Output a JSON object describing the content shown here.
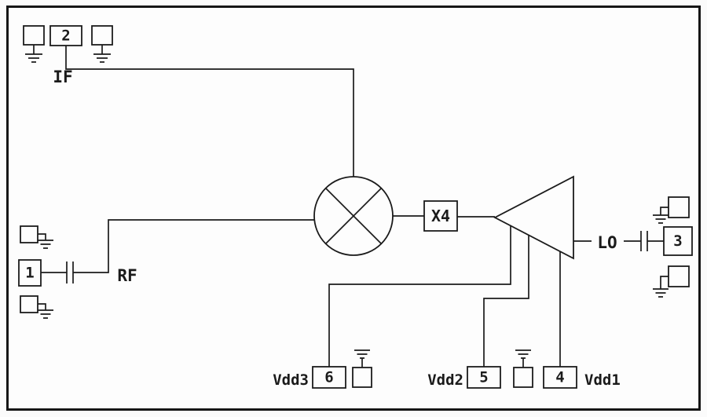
{
  "diagram": {
    "type": "block-schematic",
    "description": "RF mixer with X4 LO multiplier block diagram",
    "colors": {
      "line": "#1b1b1b",
      "background": "#fbfbfb",
      "block_fill": "#fdfdfd"
    },
    "ports": [
      {
        "number": "1",
        "signal": "RF"
      },
      {
        "number": "2",
        "signal": "IF"
      },
      {
        "number": "3",
        "signal": "LO"
      },
      {
        "number": "4",
        "signal": "Vdd1"
      },
      {
        "number": "5",
        "signal": "Vdd2"
      },
      {
        "number": "6",
        "signal": "Vdd3"
      }
    ],
    "labels": {
      "if": "IF",
      "rf": "RF",
      "lo": "LO",
      "vdd1": "Vdd1",
      "vdd2": "Vdd2",
      "vdd3": "Vdd3",
      "multiplier": "X4"
    }
  }
}
